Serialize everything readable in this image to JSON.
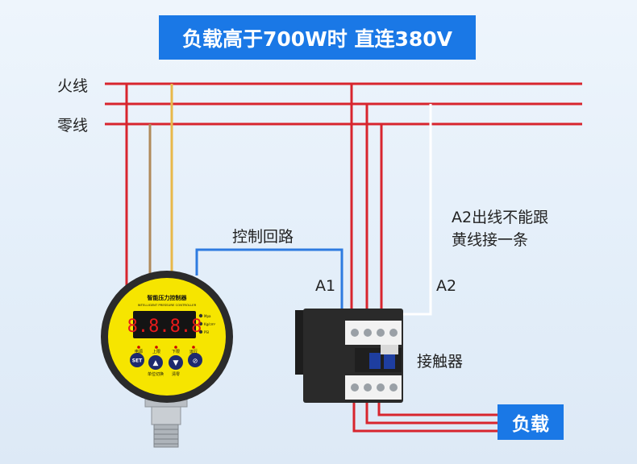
{
  "title": "负载高于700W时 直连380V",
  "labels": {
    "fire_line": "火线",
    "zero_line": "零线",
    "control_loop": "控制回路",
    "a1": "A1",
    "a2": "A2",
    "contactor": "接触器",
    "load": "负载"
  },
  "note": {
    "line1": "A2出线不能跟",
    "line2": "黄线接一条"
  },
  "controller": {
    "name": "智能压力控制器",
    "subtitle": "INTELLIGENT PRESSURE CONTROLLER",
    "display": "8.8.8.8",
    "units": [
      "Mpa",
      "Kg/cm²",
      "PSI"
    ],
    "top_labels": [
      "电源",
      "上限",
      "下限",
      "运行"
    ],
    "buttons": [
      "SET",
      "▲",
      "▼",
      "⊘"
    ],
    "bottom_labels": [
      "单位切换",
      "清零"
    ]
  },
  "colors": {
    "red_wire": "#d8252e",
    "brown_wire": "#b08a5a",
    "yellow_wire": "#e8b84a",
    "blue_wire": "#2e7be0",
    "white_wire": "#ffffff",
    "banner": "#1a78e6"
  }
}
